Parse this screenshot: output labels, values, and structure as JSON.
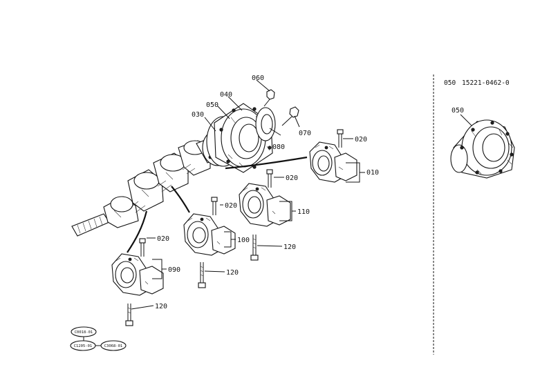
{
  "diagram": {
    "callouts": {
      "p010": "010",
      "p020a": "020",
      "p020b": "020",
      "p020c": "020",
      "p020d": "020",
      "p030": "030",
      "p040": "040",
      "p050": "050",
      "p060": "060",
      "p070": "070",
      "p080": "080",
      "p090": "090",
      "p100": "100",
      "p110": "110",
      "p120a": "120",
      "p120b": "120",
      "p120c": "120"
    },
    "side_panel": {
      "header_item": "050",
      "header_part_no": "15221-0462-0",
      "callout": "050"
    },
    "stamps": {
      "top": "C0018-01",
      "bottom_left": "C1205-01",
      "bottom_right": "C3068-01"
    }
  }
}
